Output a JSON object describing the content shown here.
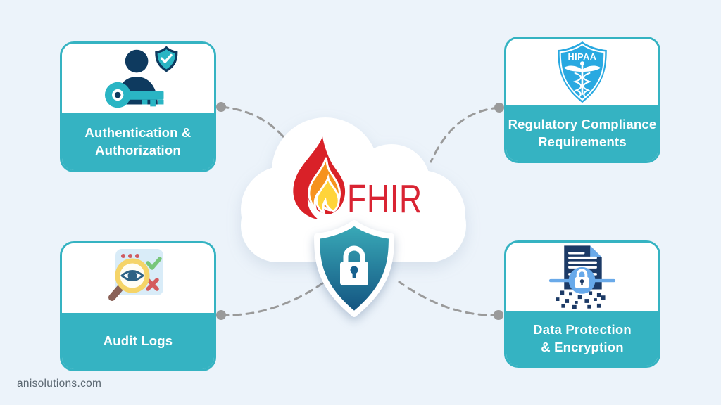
{
  "page": {
    "background_color": "#ecf3fa",
    "watermark": "anisolutions.com"
  },
  "center": {
    "cloud_icon": "cloud-shape",
    "flame_icon": "fhir-flame-icon",
    "logo_text": "FHIR",
    "shield_icon": "security-shield-lock-icon"
  },
  "cards": [
    {
      "id": "authentication-authorization",
      "position": "top-left",
      "icon": "user-key-verified-shield-icon",
      "label_lines": [
        "Authentication &",
        "Authorization"
      ]
    },
    {
      "id": "regulatory-compliance",
      "position": "top-right",
      "icon": "hipaa-shield-caduceus-icon",
      "icon_text": "HIPAA",
      "label_lines": [
        "Regulatory Compliance",
        "Requirements"
      ]
    },
    {
      "id": "audit-logs",
      "position": "bottom-left",
      "icon": "audit-magnifier-eye-icon",
      "label_lines": [
        "Audit Logs"
      ]
    },
    {
      "id": "data-protection-encryption",
      "position": "bottom-right",
      "icon": "document-lock-pixels-icon",
      "label_lines": [
        "Data Protection",
        "& Encryption"
      ]
    }
  ],
  "colors": {
    "card_teal": "#35b3c2",
    "icon_navy": "#0e3a5f",
    "hipaa_blue": "#29a9e1",
    "fhir_red": "#d92433",
    "connector_gray": "#9a9a9a",
    "shield_gradient_top": "#3aacb9",
    "shield_gradient_bottom": "#12517f"
  }
}
